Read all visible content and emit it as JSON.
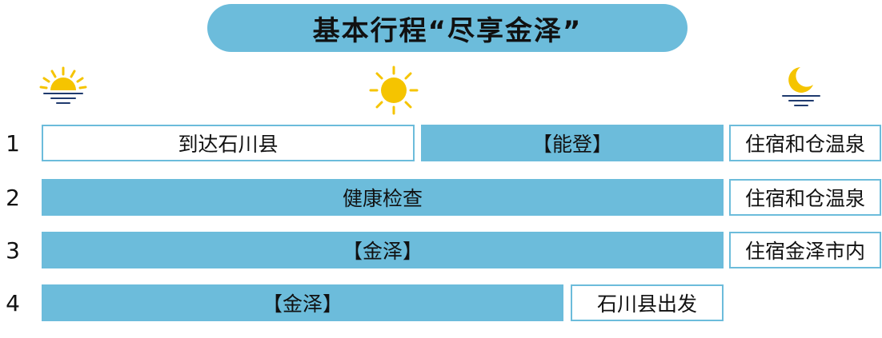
{
  "title": "基本行程“尽享金泽”",
  "header_icons": [
    "sunrise-icon",
    "sun-icon",
    "moon-night-icon"
  ],
  "colors": {
    "accent": "#6cbcdb",
    "icon_yellow": "#f5c400",
    "icon_navy": "#1f3a6e"
  },
  "rows": [
    {
      "day": "1",
      "cells": [
        "到达石川县",
        "【能登】",
        "住宿和仓温泉"
      ]
    },
    {
      "day": "2",
      "cells": [
        "健康检查",
        "住宿和仓温泉"
      ]
    },
    {
      "day": "3",
      "cells": [
        "【金泽】",
        "住宿金泽市内"
      ]
    },
    {
      "day": "4",
      "cells": [
        "【金泽】",
        "石川县出发"
      ]
    }
  ]
}
